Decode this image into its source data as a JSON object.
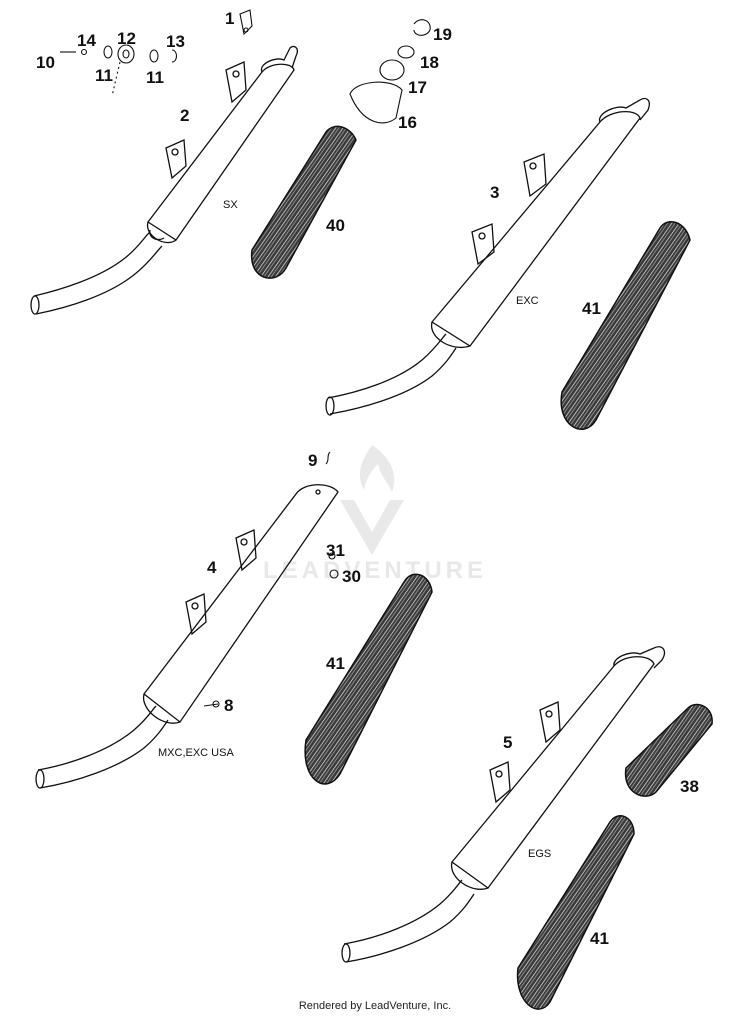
{
  "watermark": {
    "text": "LEADVENTURE"
  },
  "footer": {
    "text": "Rendered by LeadVenture, Inc."
  },
  "models": {
    "sx": "SX",
    "exc": "EXC",
    "mxc": "MXC,EXC USA",
    "egs": "EGS"
  },
  "callouts": {
    "c1": "1",
    "c2": "2",
    "c3": "3",
    "c4": "4",
    "c5": "5",
    "c8": "8",
    "c9": "9",
    "c10": "10",
    "c11a": "11",
    "c11b": "11",
    "c12": "12",
    "c13": "13",
    "c14": "14",
    "c16": "16",
    "c17": "17",
    "c18": "18",
    "c19": "19",
    "c30": "30",
    "c31": "31",
    "c38": "38",
    "c40": "40",
    "c41a": "41",
    "c41b": "41",
    "c41c": "41"
  }
}
